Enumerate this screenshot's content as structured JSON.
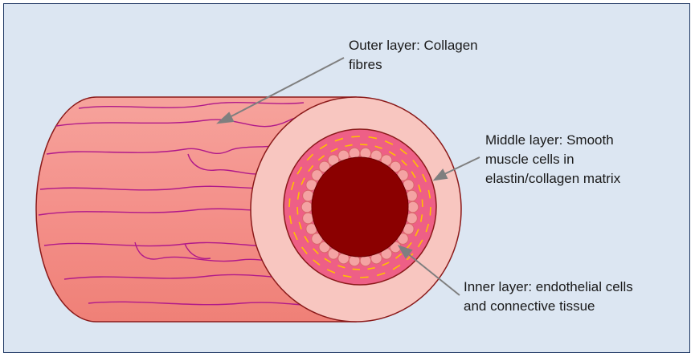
{
  "labels": {
    "outer": "Outer layer: Collagen\nfibres",
    "middle": "Middle layer: Smooth\nmuscle cells in\nelastin/collagen  matrix",
    "inner": "Inner layer: endothelial cells\nand connective tissue"
  },
  "colors": {
    "background": "#dce6f2",
    "border": "#1f3864",
    "outer_tube": "#f4908a",
    "outer_outline": "#8b1a1a",
    "collagen_fibres": "#b0198a",
    "outer_ring_face": "#f8c6c0",
    "middle_layer": "#ee5f86",
    "elastin_dashes": "#ffc000",
    "endothelial_cells": "#f4a3a3",
    "lumen": "#8b0000",
    "arrow": "#7f7f7f"
  }
}
